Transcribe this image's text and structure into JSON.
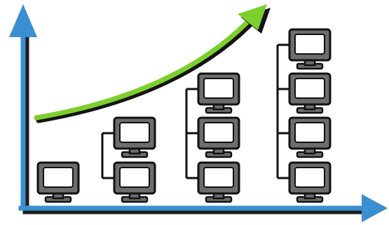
{
  "diagram": {
    "description_visible_text": [],
    "icons": {
      "node": "computer-monitor-icon",
      "trend": "growth-arrow-icon"
    },
    "colors": {
      "axis": "#3a8fd0",
      "axis_shadow": "#1c1c1c",
      "trend": "#7ccf2c",
      "trend_shadow": "#141414",
      "monitor_body": "#6d6d6d",
      "monitor_outline": "#111111",
      "monitor_screen": "#ffffff",
      "bracket": "#111111"
    },
    "groups": [
      {
        "stage": 1,
        "monitor_count": 1
      },
      {
        "stage": 2,
        "monitor_count": 2
      },
      {
        "stage": 3,
        "monitor_count": 3
      },
      {
        "stage": 4,
        "monitor_count": 4
      }
    ]
  }
}
